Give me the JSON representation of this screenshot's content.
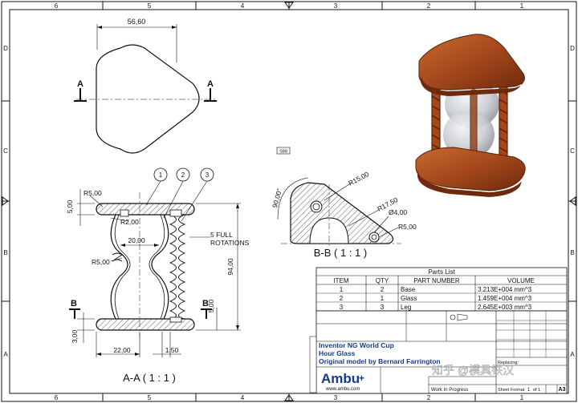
{
  "border": {
    "col_labels_top": [
      "6",
      "5",
      "4",
      "3",
      "2",
      "1"
    ],
    "col_labels_bottom": [
      "6",
      "5",
      "4",
      "3",
      "2",
      "1"
    ],
    "row_labels_left": [
      "D",
      "C",
      "B",
      "A"
    ],
    "row_labels_right": [
      "D",
      "C",
      "B",
      "A"
    ]
  },
  "top_view": {
    "width_dim": "56,60",
    "section_letter_left": "A",
    "section_letter_right": "A"
  },
  "section_aa": {
    "balloons": [
      "1",
      "2",
      "3"
    ],
    "dims": {
      "r500_top": "R5,00",
      "dim_500_left": "5,00",
      "r200": "R2,00",
      "dim_2000": "20,00",
      "r500_mid": "R5,00",
      "dim_9400": "94,00",
      "dim_500_right": "5,00",
      "dim_300": "3,00",
      "dim_2200": "22,00",
      "dim_150": "1,50"
    },
    "note_line1": "5 FULL",
    "note_line2": "ROTATIONS",
    "section_letter_left": "B",
    "section_letter_right": "B",
    "caption": "A-A ( 1 : 1 )"
  },
  "section_bb": {
    "dims": {
      "angle": "90,00°",
      "r1500": "R15,00",
      "r1750": "R17,50",
      "d400": "Ø4,00",
      "r500": "R5,00"
    },
    "caption": "B-B ( 1 : 1 )"
  },
  "small_tag": "S88",
  "parts_list": {
    "title": "Parts List",
    "headers": [
      "ITEM",
      "QTY",
      "PART NUMBER",
      "VOLUME"
    ],
    "rows": [
      [
        "1",
        "2",
        "Base",
        "3.213E+004 mm^3"
      ],
      [
        "2",
        "1",
        "Glass",
        "1.459E+004 mm^3"
      ],
      [
        "3",
        "3",
        "Leg",
        "2.645E+003 mm^3"
      ]
    ]
  },
  "title_block": {
    "line1": "Inventor NG World Cup",
    "line2": "Hour Glass",
    "line3": "Original model by Bernard Farrington",
    "brand": "Ambu",
    "brand_mark": "+",
    "website": "www.ambu.com",
    "status": "Work In Progress",
    "sheet_label": "Sheet Format",
    "sheet_num": "1",
    "sheet_of": "of 1",
    "size": "A3",
    "replacing": "Replacing:",
    "watermark": "知乎 @模具铁汉"
  },
  "colors": {
    "wood": "#a4481c",
    "wood_dark": "#6e2a0c",
    "glass": "#c9ccd1",
    "line": "#111111",
    "hatch": "#333333"
  }
}
